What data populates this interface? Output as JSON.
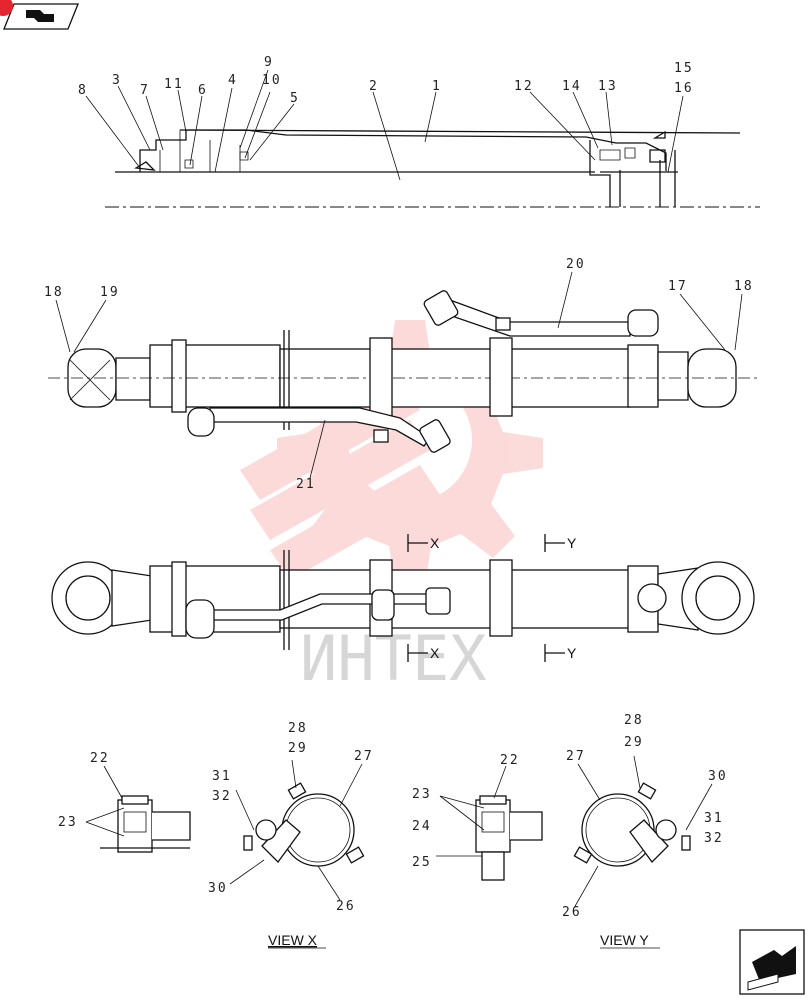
{
  "callouts": {
    "c1": "1",
    "c2": "2",
    "c3": "3",
    "c4": "4",
    "c5": "5",
    "c6": "6",
    "c7": "7",
    "c8": "8",
    "c9": "9",
    "c10": "10",
    "c11": "11",
    "c12": "12",
    "c13": "13",
    "c14": "14",
    "c15": "15",
    "c16": "16",
    "c17": "17",
    "c18": "18",
    "c19": "19",
    "c20": "20",
    "c21": "21",
    "c22": "22",
    "c23": "23",
    "c24": "24",
    "c25": "25",
    "c26": "26",
    "c27": "27",
    "c28": "28",
    "c29": "29",
    "c30": "30",
    "c31": "31",
    "c32": "32"
  },
  "section_markers": {
    "x": "X",
    "y": "Y"
  },
  "views": {
    "view_x": "VIEW X",
    "view_y": "VIEW Y"
  },
  "watermark": {
    "text": "ИНТЕХ",
    "color": "#f25c5c"
  },
  "corner_badge": {
    "color": "#e3262f"
  }
}
